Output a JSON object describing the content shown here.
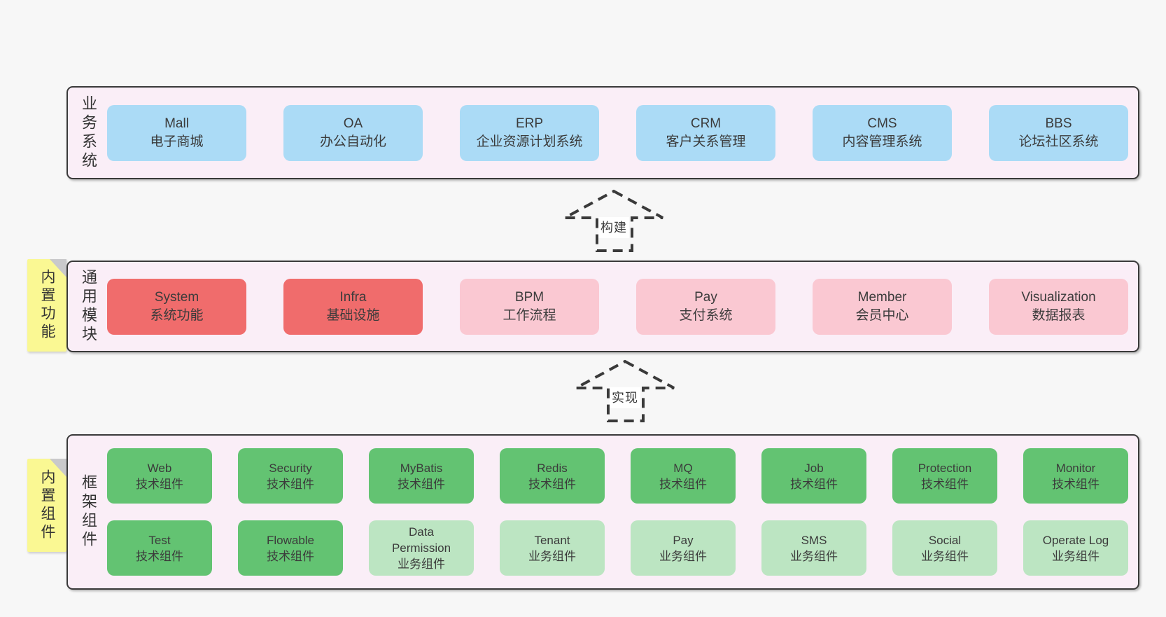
{
  "colors": {
    "page_bg": "#f7f7f7",
    "panel_bg": "#faeef7",
    "panel_border": "#3a3a3a",
    "blue_box": "#abdbf6",
    "red_box": "#f06c6c",
    "pink_box": "#fac8d2",
    "green_box": "#63c372",
    "light_green_box": "#bce5c2",
    "tab_yellow": "#faf893",
    "fold_gray": "#c9c9cb",
    "text": "#3b3b3b"
  },
  "business": {
    "side_label": "业务系统",
    "boxes": [
      {
        "title": "Mall",
        "subtitle": "电子商城",
        "variant": "blue"
      },
      {
        "title": "OA",
        "subtitle": "办公自动化",
        "variant": "blue"
      },
      {
        "title": "ERP",
        "subtitle": "企业资源计划系统",
        "variant": "blue"
      },
      {
        "title": "CRM",
        "subtitle": "客户关系管理",
        "variant": "blue"
      },
      {
        "title": "CMS",
        "subtitle": "内容管理系统",
        "variant": "blue"
      },
      {
        "title": "BBS",
        "subtitle": "论坛社区系统",
        "variant": "blue"
      }
    ]
  },
  "arrow_build": {
    "label": "构建"
  },
  "modules": {
    "side_label": "通用模块",
    "tab_label": "内置功能",
    "boxes": [
      {
        "title": "System",
        "subtitle": "系统功能",
        "variant": "red"
      },
      {
        "title": "Infra",
        "subtitle": "基础设施",
        "variant": "red"
      },
      {
        "title": "BPM",
        "subtitle": "工作流程",
        "variant": "pink"
      },
      {
        "title": "Pay",
        "subtitle": "支付系统",
        "variant": "pink"
      },
      {
        "title": "Member",
        "subtitle": "会员中心",
        "variant": "pink"
      },
      {
        "title": "Visualization",
        "subtitle": "数据报表",
        "variant": "pink"
      }
    ]
  },
  "arrow_implement": {
    "label": "实现"
  },
  "components": {
    "side_label": "框架组件",
    "tab_label": "内置组件",
    "row1": [
      {
        "title": "Web",
        "subtitle": "技术组件",
        "variant": "green"
      },
      {
        "title": "Security",
        "subtitle": "技术组件",
        "variant": "green"
      },
      {
        "title": "MyBatis",
        "subtitle": "技术组件",
        "variant": "green"
      },
      {
        "title": "Redis",
        "subtitle": "技术组件",
        "variant": "green"
      },
      {
        "title": "MQ",
        "subtitle": "技术组件",
        "variant": "green"
      },
      {
        "title": "Job",
        "subtitle": "技术组件",
        "variant": "green"
      },
      {
        "title": "Protection",
        "subtitle": "技术组件",
        "variant": "green"
      },
      {
        "title": "Monitor",
        "subtitle": "技术组件",
        "variant": "green"
      }
    ],
    "row2": [
      {
        "title": "Test",
        "subtitle": "技术组件",
        "variant": "green"
      },
      {
        "title": "Flowable",
        "subtitle": "技术组件",
        "variant": "green"
      },
      {
        "title": "Data Permission",
        "subtitle": "业务组件",
        "variant": "light-green"
      },
      {
        "title": "Tenant",
        "subtitle": "业务组件",
        "variant": "light-green"
      },
      {
        "title": "Pay",
        "subtitle": "业务组件",
        "variant": "light-green"
      },
      {
        "title": "SMS",
        "subtitle": "业务组件",
        "variant": "light-green"
      },
      {
        "title": "Social",
        "subtitle": "业务组件",
        "variant": "light-green"
      },
      {
        "title": "Operate Log",
        "subtitle": "业务组件",
        "variant": "light-green"
      }
    ]
  }
}
